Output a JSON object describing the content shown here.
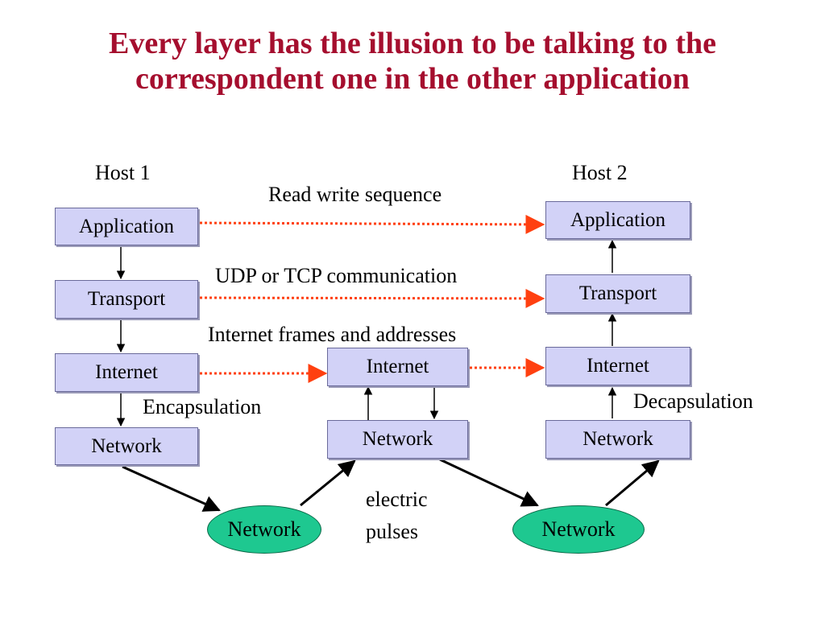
{
  "title": "Every layer has the illusion to be talking to the correspondent one in the other application",
  "hosts": {
    "host1": "Host 1",
    "host2": "Host 2"
  },
  "layers": {
    "application": "Application",
    "transport": "Transport",
    "internet": "Internet",
    "network": "Network"
  },
  "channels": {
    "read_write": "Read write sequence",
    "udp_tcp": "UDP or TCP communication",
    "internet_frames": "Internet frames and addresses"
  },
  "annotations": {
    "encapsulation": "Encapsulation",
    "decapsulation": "Decapsulation",
    "electric_line1": "electric",
    "electric_line2": "pulses"
  },
  "physical_network": "Network",
  "colors": {
    "title": "#a50e2e",
    "box_fill": "#d2d2f7",
    "oval_fill": "#1ec890",
    "dotted_arrow": "#ff4010"
  }
}
